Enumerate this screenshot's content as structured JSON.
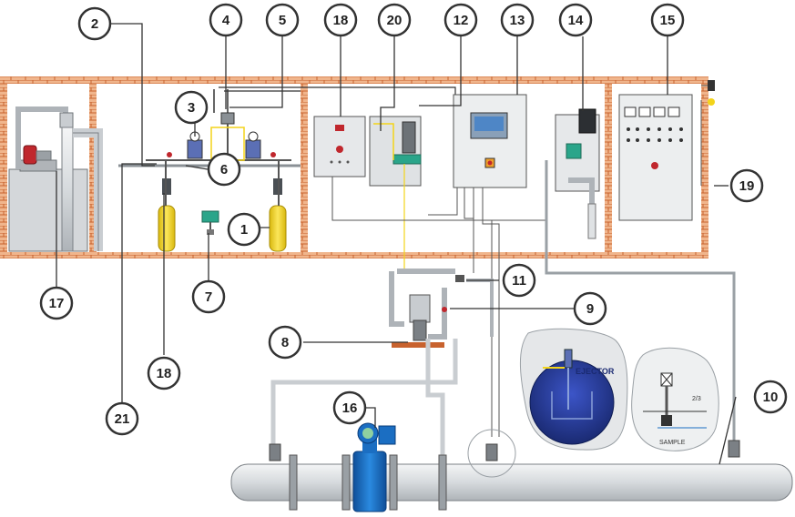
{
  "colors": {
    "brick": "#c8622e",
    "brick_light": "#f2c9a8",
    "pipe": "#d6dadd",
    "pipe_edge": "#7b8085",
    "cylinder": "#f3d41a",
    "valve_red": "#c0272d",
    "wire_yellow": "#f3d41a",
    "panel_grey": "#eceeef",
    "blue_meter": "#1b6ec2",
    "ejector_blue": "#283e9c"
  },
  "callouts": [
    "1",
    "2",
    "3",
    "4",
    "5",
    "6",
    "7",
    "8",
    "9",
    "10",
    "11",
    "12",
    "13",
    "14",
    "15",
    "16",
    "17",
    "18",
    "18",
    "19",
    "20",
    "21"
  ],
  "insets": {
    "ejector_label": "EJECTOR",
    "sample_label": "SAMPLE",
    "fraction_label": "2/3"
  }
}
